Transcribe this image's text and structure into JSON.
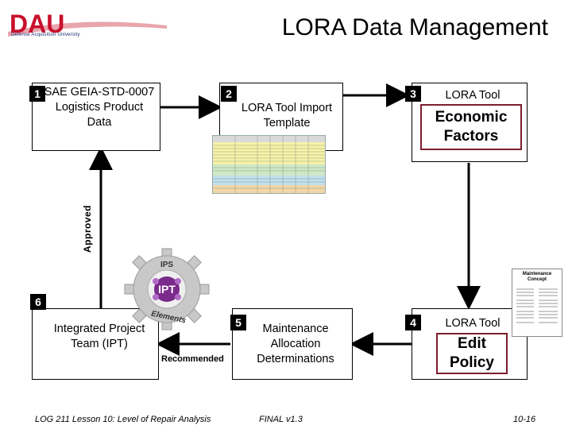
{
  "header": {
    "logo": "DAU",
    "logo_subtitle": "Defense Acquisition University",
    "title": "LORA Data Management"
  },
  "steps": {
    "s1": {
      "number": "1",
      "label": "SAE GEIA-STD-0007 Logistics Product Data"
    },
    "s2": {
      "number": "2",
      "label": "LORA Tool Import Template"
    },
    "s3": {
      "number": "3",
      "tool": "LORA Tool",
      "label": "Economic Factors"
    },
    "s4": {
      "number": "4",
      "tool": "LORA Tool",
      "label": "Edit Policy"
    },
    "s5": {
      "number": "5",
      "label": "Maintenance Allocation Determinations"
    },
    "s6": {
      "number": "6",
      "label": "Integrated Project Team (IPT)"
    }
  },
  "annotations": {
    "approved": "Approved",
    "recommended": "Recommended"
  },
  "graphics": {
    "gear_top": "IPS",
    "gear_center": "IPT",
    "gear_bottom": "Elements",
    "document_title": "Maintenance Concept"
  },
  "footer": {
    "course": "LOG 211 Lesson 10: Level of Repair Analysis",
    "version": "FINAL v1.3",
    "page": "10-16"
  },
  "colors": {
    "accent_red": "#c8102e",
    "navy": "#1a2a6a",
    "border_red": "#7a1f2b"
  }
}
